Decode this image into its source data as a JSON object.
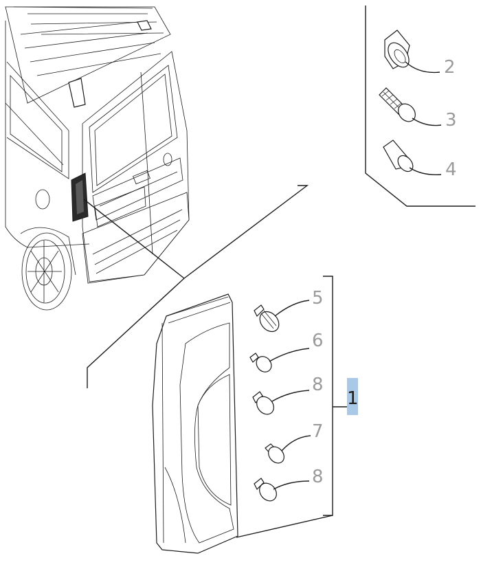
{
  "callouts": {
    "main": "1",
    "grommet": "2",
    "screw": "3",
    "nut_insert": "4",
    "bulb_a": "5",
    "bulb_b": "6",
    "bulb_c": "8",
    "bulb_d": "7",
    "bulb_e": "8"
  },
  "colors": {
    "highlight": "#a9c9e6",
    "callout_text": "#9a9a9a",
    "line": "#1a1a1a"
  }
}
